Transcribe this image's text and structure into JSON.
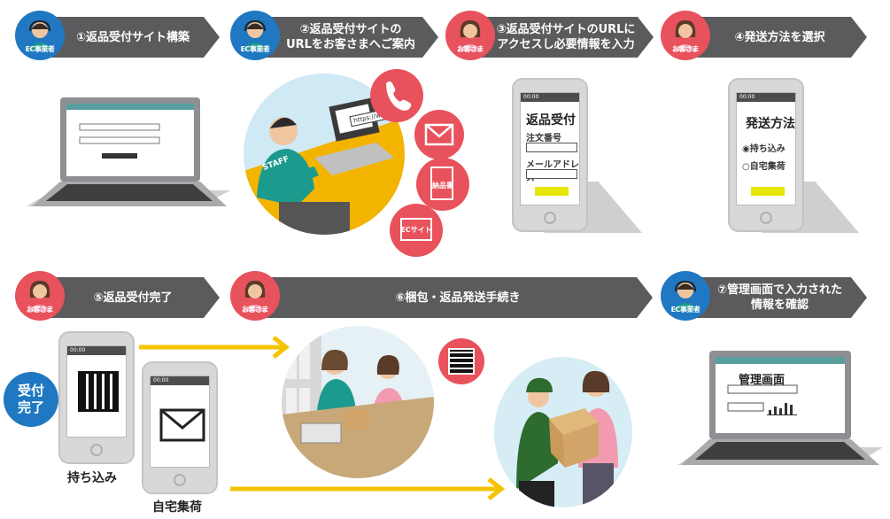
{
  "roles": {
    "ec": "EC事業者",
    "customer": "お客さま"
  },
  "steps": [
    {
      "label": "①返品受付サイト構築"
    },
    {
      "label1": "②返品受付サイトの",
      "label2": "URLをお客さまへご案内"
    },
    {
      "label1": "③返品受付サイトのURLに",
      "label2": "アクセスし必要情報を入力"
    },
    {
      "label": "④発送方法を選択"
    },
    {
      "label": "⑤返品受付完了"
    },
    {
      "label": "⑥梱包・返品発送手続き"
    },
    {
      "label1": "⑦管理画面で入力された",
      "label2": "情報を確認"
    }
  ],
  "step2": {
    "url_text": "https://www.",
    "staff": "STAFF",
    "doc_label": "納品書",
    "site_label": "ECサイト"
  },
  "step3_phone": {
    "time": "00:00",
    "title": "返品受付",
    "field1": "注文番号",
    "field2": "メールアドレス"
  },
  "step4_phone": {
    "time": "00:00",
    "title": "発送方法",
    "option1": "◉持ち込み",
    "option2": "○自宅集荷"
  },
  "step5": {
    "badge1": "受付",
    "badge2": "完了",
    "time": "00:00",
    "caption1": "持ち込み",
    "caption2": "自宅集荷"
  },
  "step7": {
    "screen_title": "管理画面"
  },
  "colors": {
    "banner": "#5b5b5d",
    "ec_blue": "#1f78c1",
    "customer_red": "#e8525c",
    "arrow_yellow": "#f5c400"
  }
}
